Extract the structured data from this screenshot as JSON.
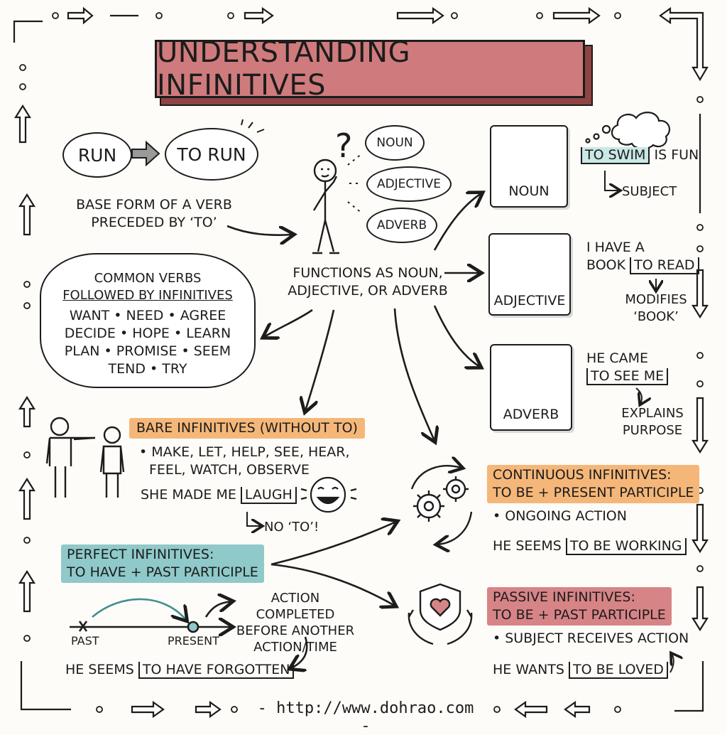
{
  "title": "UNDERSTANDING INFINITIVES",
  "base": {
    "verb": "RUN",
    "infinitive": "TO RUN",
    "definition_line1": "BASE FORM OF A VERB",
    "definition_line2": "PRECEDED BY ‘TO’"
  },
  "thinker": {
    "question_mark": "?",
    "options": [
      "NOUN",
      "ADJECTIVE",
      "ADVERB"
    ],
    "functions_line1": "FUNCTIONS AS NOUN,",
    "functions_line2": "ADJECTIVE, OR ADVERB"
  },
  "common_verbs": {
    "heading_line1": "COMMON VERBS",
    "heading_line2": "FOLLOWED BY INFINITIVES",
    "row1": "WANT • NEED • AGREE",
    "row2": "DECIDE • HOPE • LEARN",
    "row3": "PLAN • PROMISE • SEEM",
    "row4": "TEND • TRY"
  },
  "noun_card": {
    "label": "NOUN",
    "example_infinitive": "TO SWIM",
    "example_rest": "IS FUN",
    "note": "SUBJECT"
  },
  "adjective_card": {
    "label": "ADJECTIVE",
    "example_line1": "I HAVE A",
    "example_prefix": "BOOK",
    "example_infinitive": "TO READ",
    "note_line1": "MODIFIES",
    "note_line2": "‘BOOK’"
  },
  "adverb_card": {
    "label": "ADVERB",
    "example_line1": "HE CAME",
    "example_infinitive": "TO SEE ME",
    "note_line1": "EXPLAINS",
    "note_line2": "PURPOSE"
  },
  "bare": {
    "heading": "BARE INFINITIVES (WITHOUT TO)",
    "list_line1": "• MAKE, LET, HELP, SEE, HEAR,",
    "list_line2": "FEEL, WATCH, OBSERVE",
    "example_prefix": "SHE MADE ME",
    "example_verb": "LAUGH",
    "note": "NO ‘TO’!"
  },
  "continuous": {
    "heading_line1": "CONTINUOUS INFINITIVES:",
    "heading_line2": "TO BE + PRESENT PARTICIPLE",
    "bullet": "• ONGOING ACTION",
    "example_prefix": "HE SEEMS",
    "example_infinitive": "TO BE WORKING"
  },
  "perfect": {
    "heading_line1": "PERFECT INFINITIVES:",
    "heading_line2": "TO HAVE + PAST PARTICIPLE",
    "timeline_past": "PAST",
    "timeline_present": "PRESENT",
    "note_line1": "ACTION COMPLETED",
    "note_line2": "BEFORE ANOTHER",
    "note_line3": "ACTION/TIME",
    "example_prefix": "HE SEEMS",
    "example_infinitive": "TO HAVE FORGOTTEN"
  },
  "passive": {
    "heading_line1": "PASSIVE INFINITIVES:",
    "heading_line2": "TO BE + PAST PARTICIPLE",
    "bullet": "• SUBJECT RECEIVES ACTION",
    "example_prefix": "HE WANTS",
    "example_infinitive": "TO BE LOVED"
  },
  "footer": "- http://www.dohrao.com -",
  "colors": {
    "title_fill": "#cf7b7d",
    "orange_highlight": "#f5b779",
    "teal_highlight": "#8fc9c9",
    "red_highlight": "#d78486",
    "ink": "#1c1c1c"
  }
}
